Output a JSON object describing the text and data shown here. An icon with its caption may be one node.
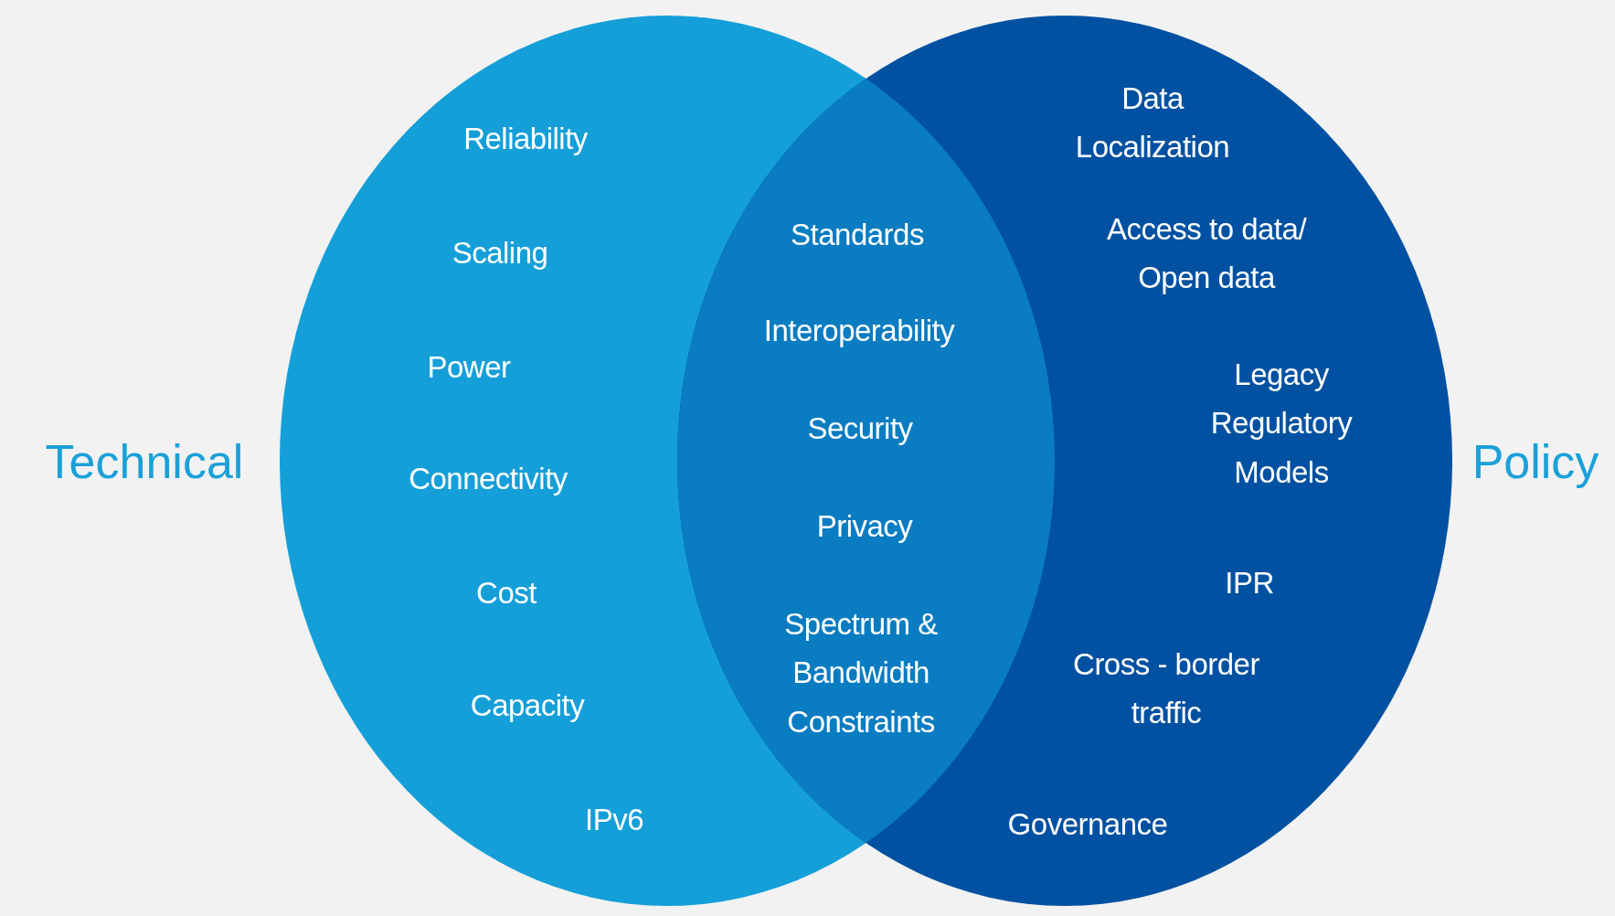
{
  "diagram": {
    "nodes": [
      {
        "text": [
          "Technical"
        ]
      },
      {
        "text": [
          "Policy"
        ]
      }
    ],
    "labels": [
      "Reliability",
      "Data Localization",
      "Standards",
      "Access to data/ Open data",
      "Scaling",
      "Interoperability",
      "Power",
      "Legacy Regulatory Models",
      "Security",
      "Connectivity",
      "Privacy",
      "IPR",
      "Cost",
      "Spectrum & Bandwidth Constraints",
      "Cross - border traffic",
      "Capacity",
      "IPv6",
      "Governance"
    ]
  }
}
